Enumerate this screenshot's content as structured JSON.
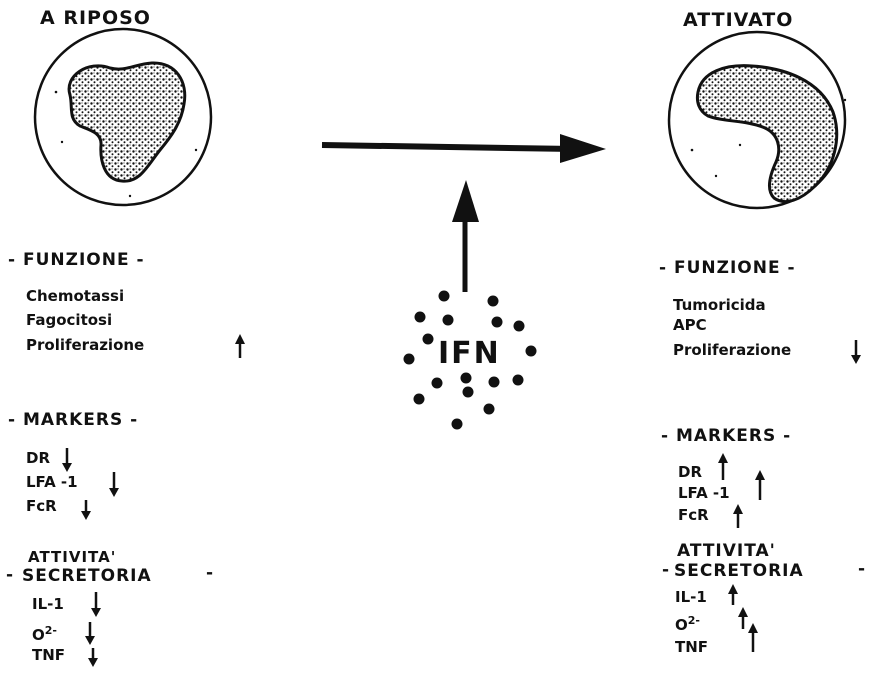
{
  "left": {
    "title": "A  RIPOSO",
    "function_heading": "- FUNZIONE -",
    "functions": [
      "Chemotassi",
      "Fagocitosi",
      "Proliferazione"
    ],
    "markers_heading": "- MARKERS -",
    "markers": [
      "DR",
      "LFA -1",
      "FcR"
    ],
    "secretory_heading_line1": "ATTIVITA'",
    "secretory_heading_line2": "SECRETORIA",
    "secretory_dash_left": "-",
    "secretory_dash_right": "-",
    "secretions": [
      "IL-1",
      "O",
      "TNF"
    ],
    "superscript": "2-"
  },
  "right": {
    "title": "ATTIVATO",
    "function_heading": "- FUNZIONE -",
    "functions": [
      "Tumoricida",
      "APC",
      "Proliferazione"
    ],
    "markers_heading": "- MARKERS -",
    "markers": [
      "DR",
      "LFA -1",
      "FcR"
    ],
    "secretory_heading_line1": "ATTIVITA'",
    "secretory_heading_line2": "SECRETORIA",
    "secretory_dash_left": "-",
    "secretory_dash_right": "-",
    "secretions": [
      "IL-1",
      "O",
      "TNF"
    ],
    "superscript": "2-"
  },
  "center": {
    "ifn_label": "IFN"
  },
  "arrow_icons": {
    "up": "arrow-up-icon",
    "down": "arrow-down-icon"
  }
}
